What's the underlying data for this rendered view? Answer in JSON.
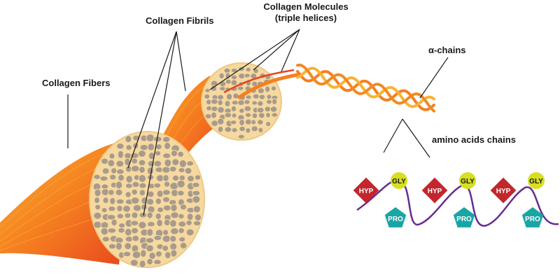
{
  "labels": {
    "collagen_fibers": "Collagen Fibers",
    "collagen_fibrils": "Collagen Fibrils",
    "collagen_molecules": "Collagen Molecules",
    "triple_helices": "(triple helices)",
    "alpha_chains": "α-chains",
    "amino_acids_chains": "amino acids chains"
  },
  "amino_groups": [
    {
      "hyp": "HYP",
      "gly": "GLY",
      "pro": "PRO"
    },
    {
      "hyp": "HYP",
      "gly": "GLY",
      "pro": "PRO"
    },
    {
      "hyp": "HYP",
      "gly": "GLY",
      "pro": "PRO"
    }
  ],
  "colors": {
    "fiber_dark": "#e8451e",
    "fiber_mid": "#f57f20",
    "fiber_light": "#f9b233",
    "fibril_fill": "#f6d9a0",
    "fibril_dots": "#a89b8c",
    "hyp": "#c1272d",
    "gly": "#d7df23",
    "pro": "#1aa5a5",
    "backbone": "#662d91"
  }
}
